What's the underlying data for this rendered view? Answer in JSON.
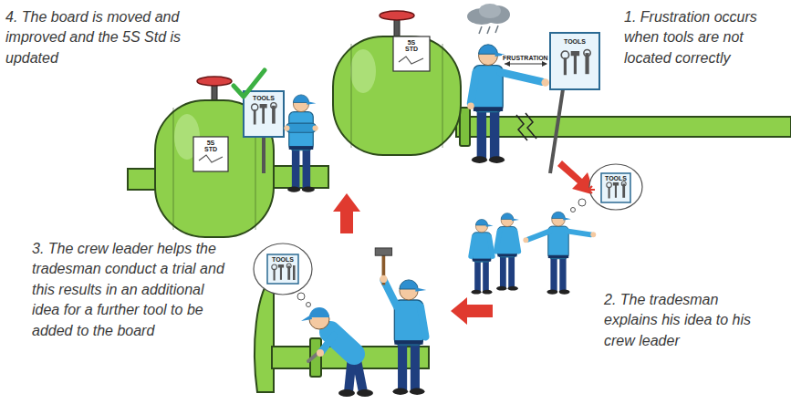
{
  "diagram": {
    "labels": [
      "1. Frustration occurs when tools are not located correctly",
      "2. The tradesman explains his idea to his crew leader",
      "3. The crew leader helps the tradesman conduct a trial and this results in an additional idea for a further tool to be added to the board",
      "4. The board is moved and improved and the 5S Std is updated",
      "FRUSTRATION",
      "TOOLS",
      "5S STD",
      "TOOLS",
      "TOOLS",
      "TOOLS",
      "5S STD"
    ]
  }
}
